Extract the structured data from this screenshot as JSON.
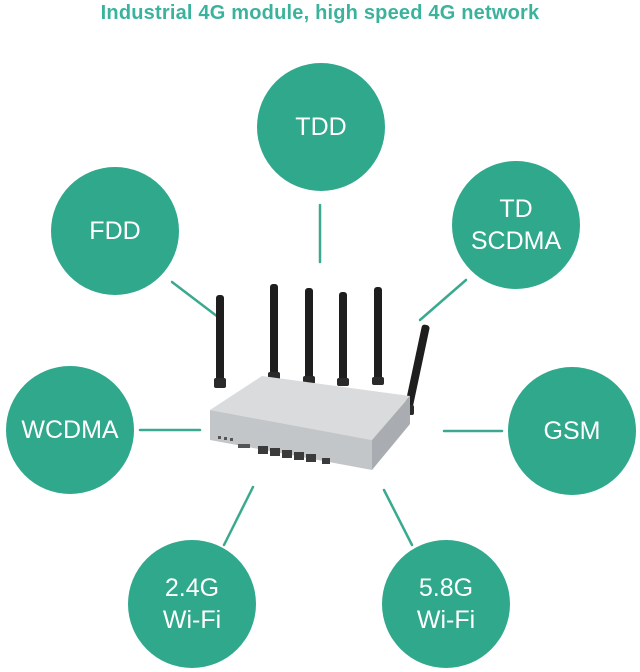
{
  "title": "Industrial 4G module, high speed 4G network",
  "colors": {
    "title": "#3bb39c",
    "bubble": "#2fa88c",
    "line": "#3aa98f",
    "device_body": "#c8cacc",
    "antenna": "#1e1e1e"
  },
  "nodes": {
    "tdd": {
      "lines": [
        "TDD"
      ]
    },
    "fdd": {
      "lines": [
        "FDD"
      ]
    },
    "td_scdma": {
      "lines": [
        "TD",
        "SCDMA"
      ]
    },
    "wcdma": {
      "lines": [
        "WCDMA"
      ]
    },
    "gsm": {
      "lines": [
        "GSM"
      ]
    },
    "wifi_24": {
      "lines": [
        "2.4G",
        "Wi-Fi"
      ]
    },
    "wifi_58": {
      "lines": [
        "5.8G",
        "Wi-Fi"
      ]
    }
  },
  "device": {
    "name": "4G router with six antennas",
    "icon": "router-icon"
  }
}
